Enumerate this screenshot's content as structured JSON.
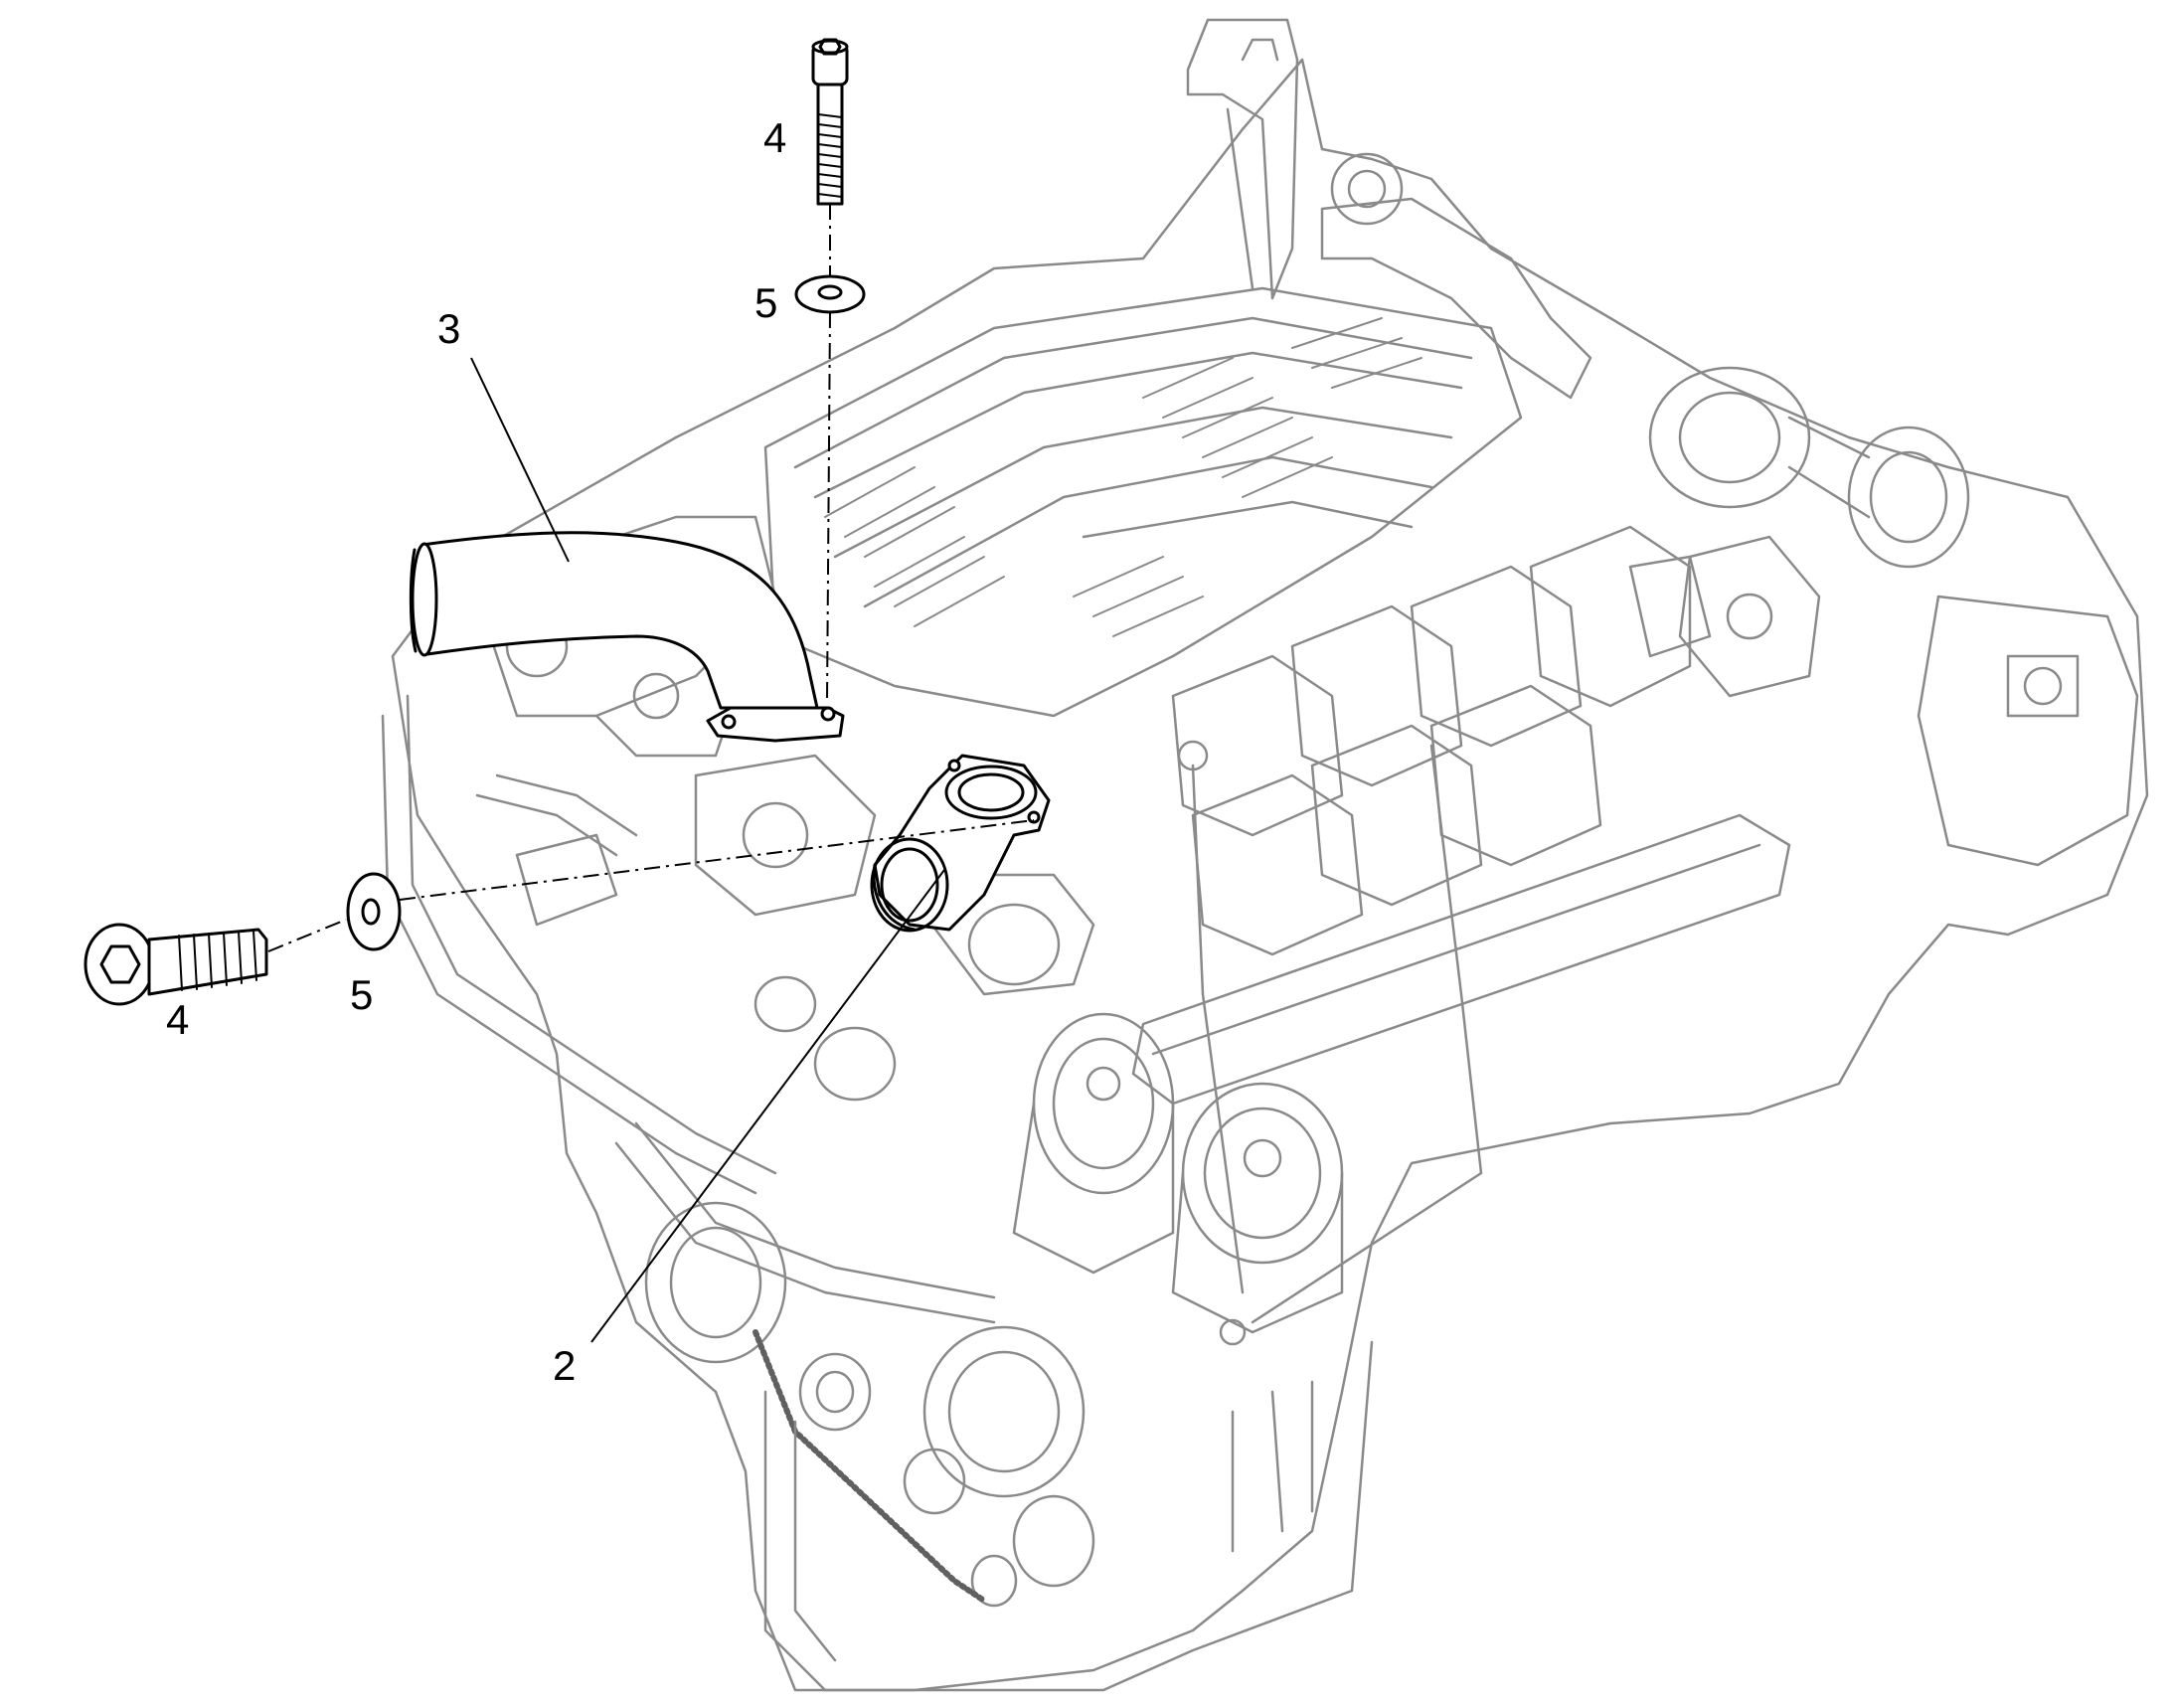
{
  "diagram": {
    "callouts": {
      "bolt_top": "4",
      "washer_top": "5",
      "pipe": "3",
      "bolt_left": "4",
      "washer_left": "5",
      "elbow": "2"
    },
    "colors": {
      "line": "#000000",
      "engine_line": "#8a8a8a",
      "background": "#ffffff"
    }
  }
}
